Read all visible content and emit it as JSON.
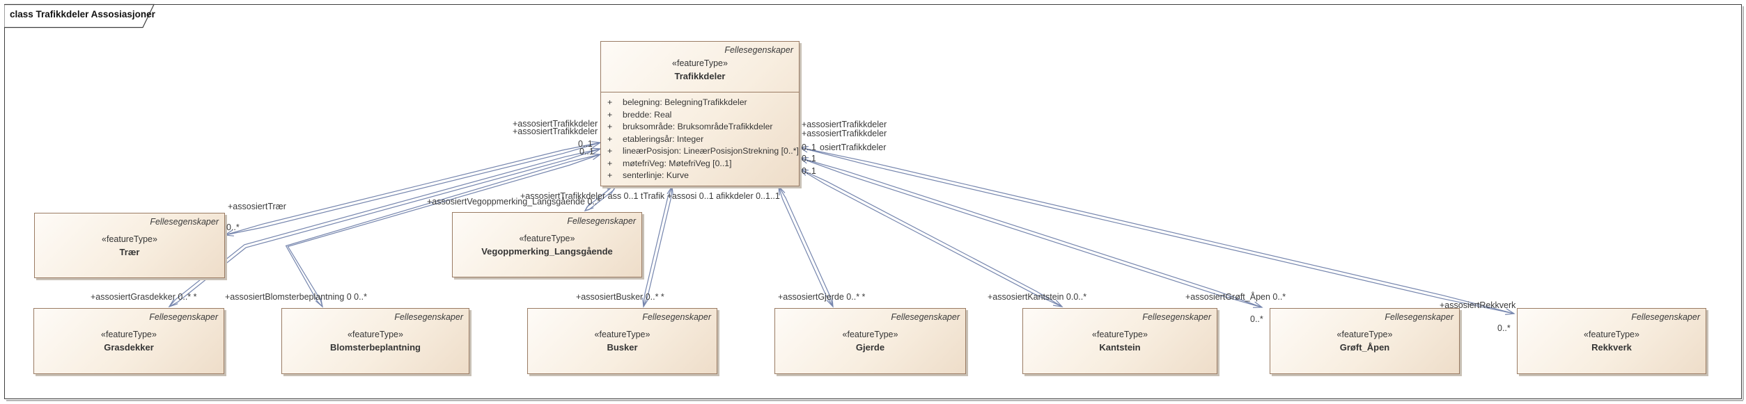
{
  "diagram": {
    "title": "class Trafikkdeler Assosiasjoner"
  },
  "colors": {
    "line": "#7585ad",
    "frame": "#3f3f3f",
    "frame_shadow": "#b5b5b5",
    "box_border": "#9a7b63",
    "box_fill_light": "#fefbf7",
    "box_fill_dark": "#eeddc9",
    "text": "#353535"
  },
  "classes": [
    {
      "id": "trafikkdeler",
      "package_label": "Fellesegenskaper",
      "stereotype": "«featureType»",
      "name": "Trafikkdeler",
      "attributes": [
        {
          "visibility": "+",
          "signature": "belegning: BelegningTrafikkdeler"
        },
        {
          "visibility": "+",
          "signature": "bredde: Real"
        },
        {
          "visibility": "+",
          "signature": "bruksområde: BruksområdeTrafikkdeler"
        },
        {
          "visibility": "+",
          "signature": "etableringsår: Integer"
        },
        {
          "visibility": "+",
          "signature": "lineærPosisjon: LineærPosisjonStrekning [0..*]"
        },
        {
          "visibility": "+",
          "signature": "møtefriVeg: MøtefriVeg [0..1]"
        },
        {
          "visibility": "+",
          "signature": "senterlinje: Kurve"
        }
      ]
    },
    {
      "id": "traer",
      "package_label": "Fellesegenskaper",
      "stereotype": "«featureType»",
      "name": "Trær",
      "attributes": []
    },
    {
      "id": "vegoppmerking",
      "package_label": "Fellesegenskaper",
      "stereotype": "«featureType»",
      "name": "Vegoppmerking_Langsgående",
      "attributes": []
    },
    {
      "id": "grasdekker",
      "package_label": "Fellesegenskaper",
      "stereotype": "«featureType»",
      "name": "Grasdekker",
      "attributes": []
    },
    {
      "id": "blomsterbeplantning",
      "package_label": "Fellesegenskaper",
      "stereotype": "«featureType»",
      "name": "Blomsterbeplantning",
      "attributes": []
    },
    {
      "id": "busker",
      "package_label": "Fellesegenskaper",
      "stereotype": "«featureType»",
      "name": "Busker",
      "attributes": []
    },
    {
      "id": "gjerde",
      "package_label": "Fellesegenskaper",
      "stereotype": "«featureType»",
      "name": "Gjerde",
      "attributes": []
    },
    {
      "id": "kantstein",
      "package_label": "Fellesegenskaper",
      "stereotype": "«featureType»",
      "name": "Kantstein",
      "attributes": []
    },
    {
      "id": "groft_apen",
      "package_label": "Fellesegenskaper",
      "stereotype": "«featureType»",
      "name": "Grøft_Åpen",
      "attributes": []
    },
    {
      "id": "rekkverk",
      "package_label": "Fellesegenskaper",
      "stereotype": "«featureType»",
      "name": "Rekkverk",
      "attributes": []
    }
  ],
  "associations": [
    {
      "id": "traer",
      "source": "Trafikkdeler",
      "target": "Trær"
    },
    {
      "id": "grasdekker",
      "source": "Trafikkdeler",
      "target": "Grasdekker"
    },
    {
      "id": "blomsterbeplantning",
      "source": "Trafikkdeler",
      "target": "Blomsterbeplantning"
    },
    {
      "id": "vegoppmerking",
      "source": "Trafikkdeler",
      "target": "Vegoppmerking_Langsgående"
    },
    {
      "id": "busker",
      "source": "Trafikkdeler",
      "target": "Busker"
    },
    {
      "id": "gjerde",
      "source": "Trafikkdeler",
      "target": "Gjerde"
    },
    {
      "id": "kantstein",
      "source": "Trafikkdeler",
      "target": "Kantstein"
    },
    {
      "id": "groft_apen",
      "source": "Trafikkdeler",
      "target": "Grøft_Åpen"
    },
    {
      "id": "rekkverk",
      "source": "Trafikkdeler",
      "target": "Rekkverk"
    }
  ],
  "association_labels": [
    {
      "id": "role-traer",
      "text": "+assosiertTrær"
    },
    {
      "id": "mult-traer",
      "text": "0..*"
    },
    {
      "id": "role-trafikkdeler-left-1",
      "text": "+assosiertTrafikkdeler"
    },
    {
      "id": "role-trafikkdeler-left-2",
      "text": "+assosiertTrafikkdeler"
    },
    {
      "id": "mult-left-1",
      "text": "0..1"
    },
    {
      "id": "mult-left-2",
      "text": "0..1"
    },
    {
      "id": "role-trafikkdeler-right-1",
      "text": "+assosiertTrafikkdeler"
    },
    {
      "id": "role-trafikkdeler-right-2",
      "text": "+assosiertTrafikkdeler"
    },
    {
      "id": "mult-right-1",
      "text": "0..1"
    },
    {
      "id": "role-trafikkdeler-right-3",
      "text": "osiertTrafikkdeler"
    },
    {
      "id": "mult-right-2",
      "text": "0..1"
    },
    {
      "id": "mult-right-3",
      "text": "0..1"
    },
    {
      "id": "role-trafikkdeler-bottom",
      "text": "+assosiertTrafikkdeler ass 0..1 tTrafik +assosi 0..1 afikkdeler  0..1..1"
    },
    {
      "id": "role-vegoppmerking",
      "text": "+assosiertVegoppmerking_Langsgående 0..*"
    },
    {
      "id": "role-grasdekker",
      "text": "+assosiertGrasdekker 0..* *"
    },
    {
      "id": "role-blomsterbeplantning",
      "text": "+assosiertBlomsterbeplantning 0 0..*"
    },
    {
      "id": "role-busker",
      "text": "+assosiertBusker 0..* *"
    },
    {
      "id": "role-gjerde",
      "text": "+assosiertGjerde 0..* *"
    },
    {
      "id": "role-kantstein",
      "text": "+assosiertKantstein 0.0..*"
    },
    {
      "id": "role-groft",
      "text": "+assosiertGrøft_Åpen 0..*"
    },
    {
      "id": "mult-groft",
      "text": "0..*"
    },
    {
      "id": "role-rekkverk",
      "text": "+assosiertRekkverk"
    },
    {
      "id": "mult-rekkverk",
      "text": "0..*"
    }
  ]
}
